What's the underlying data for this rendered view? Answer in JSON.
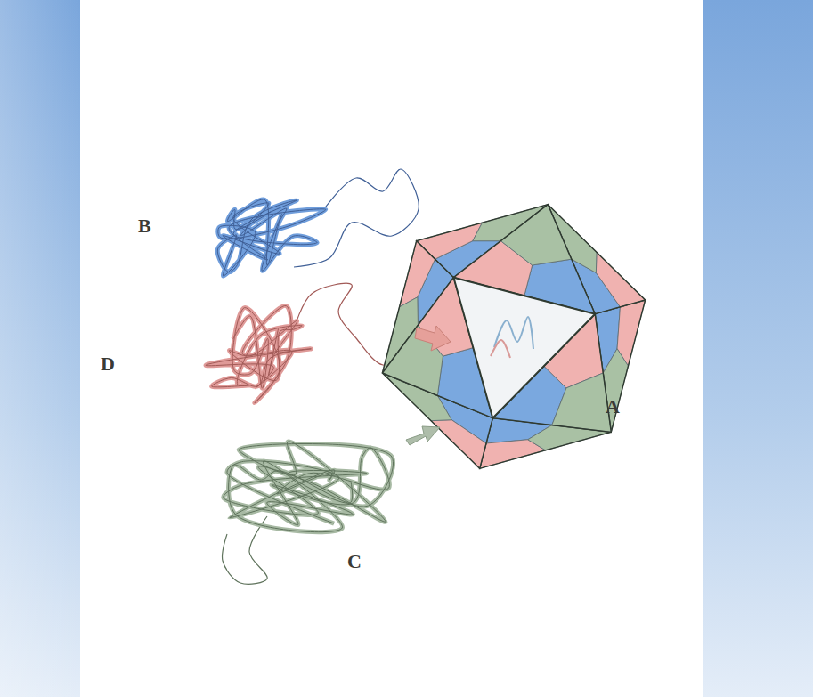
{
  "diagram": {
    "labels": [
      "B",
      "D",
      "A",
      "C"
    ]
  }
}
